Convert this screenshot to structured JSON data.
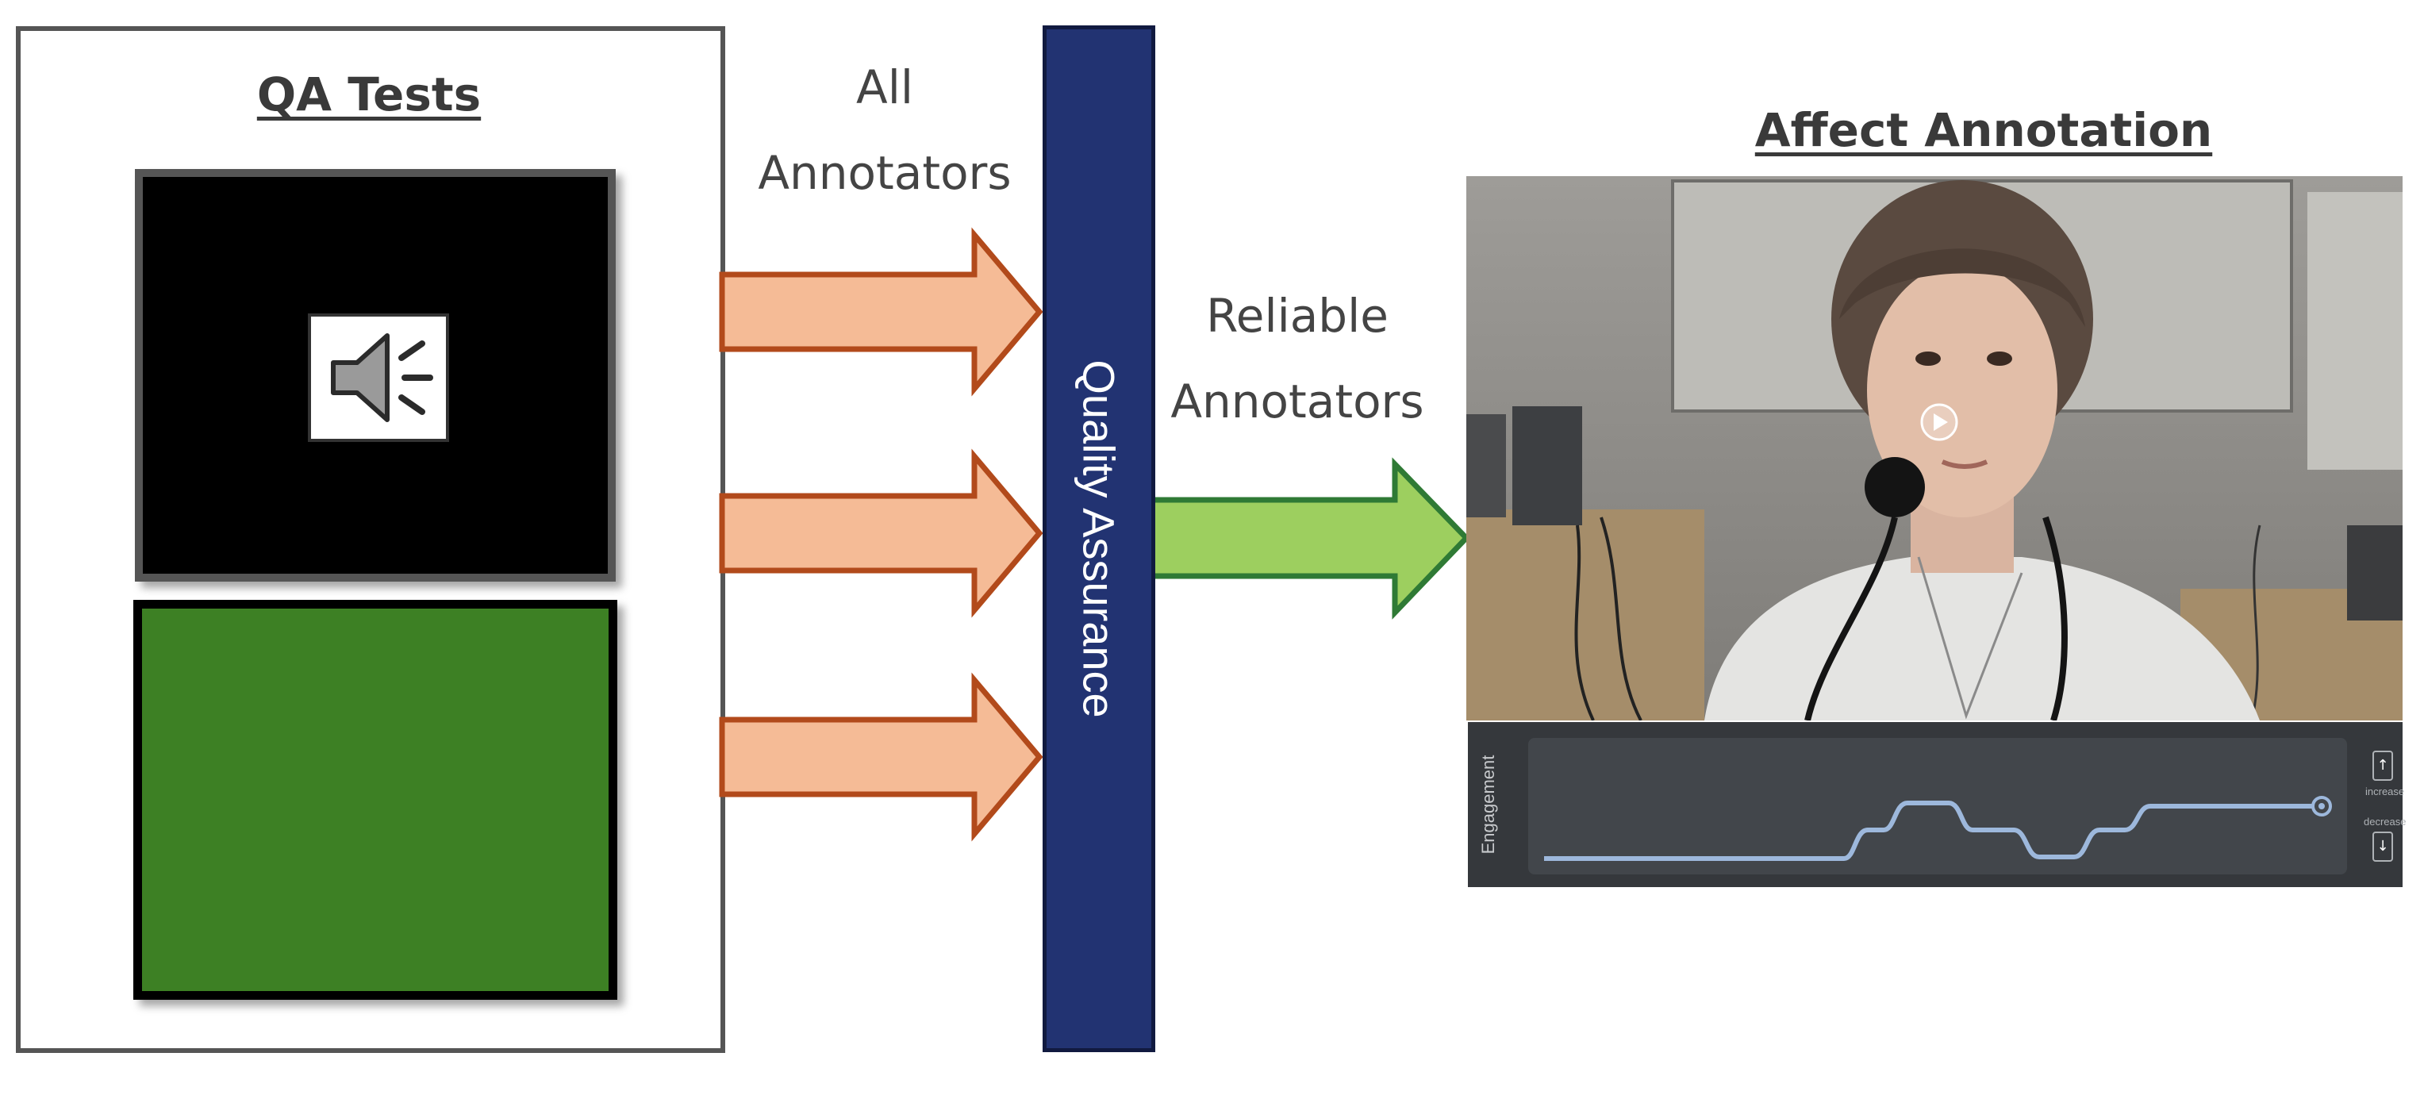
{
  "qa_panel": {
    "title": "QA Tests"
  },
  "labels": {
    "all_line1": "All",
    "all_line2": "Annotators",
    "reliable_line1": "Reliable",
    "reliable_line2": "Annotators",
    "qa_bar": "Quality Assurance"
  },
  "affect": {
    "title": "Affect Annotation",
    "trace_label": "Engagement",
    "increase": "increase",
    "decrease": "decrease"
  },
  "icons": {
    "audio_test": "speaker-icon",
    "video_play": "play-icon",
    "increase": "arrow-up-icon",
    "decrease": "arrow-down-icon"
  },
  "colors": {
    "input_arrow_fill": "#f5bb96",
    "input_arrow_stroke": "#b24a1b",
    "output_arrow_fill": "#9dcf5f",
    "output_arrow_stroke": "#2f7a35",
    "qa_bar": "#223372",
    "visual_test": "#3d8024",
    "trace_line": "#9db8dc"
  }
}
